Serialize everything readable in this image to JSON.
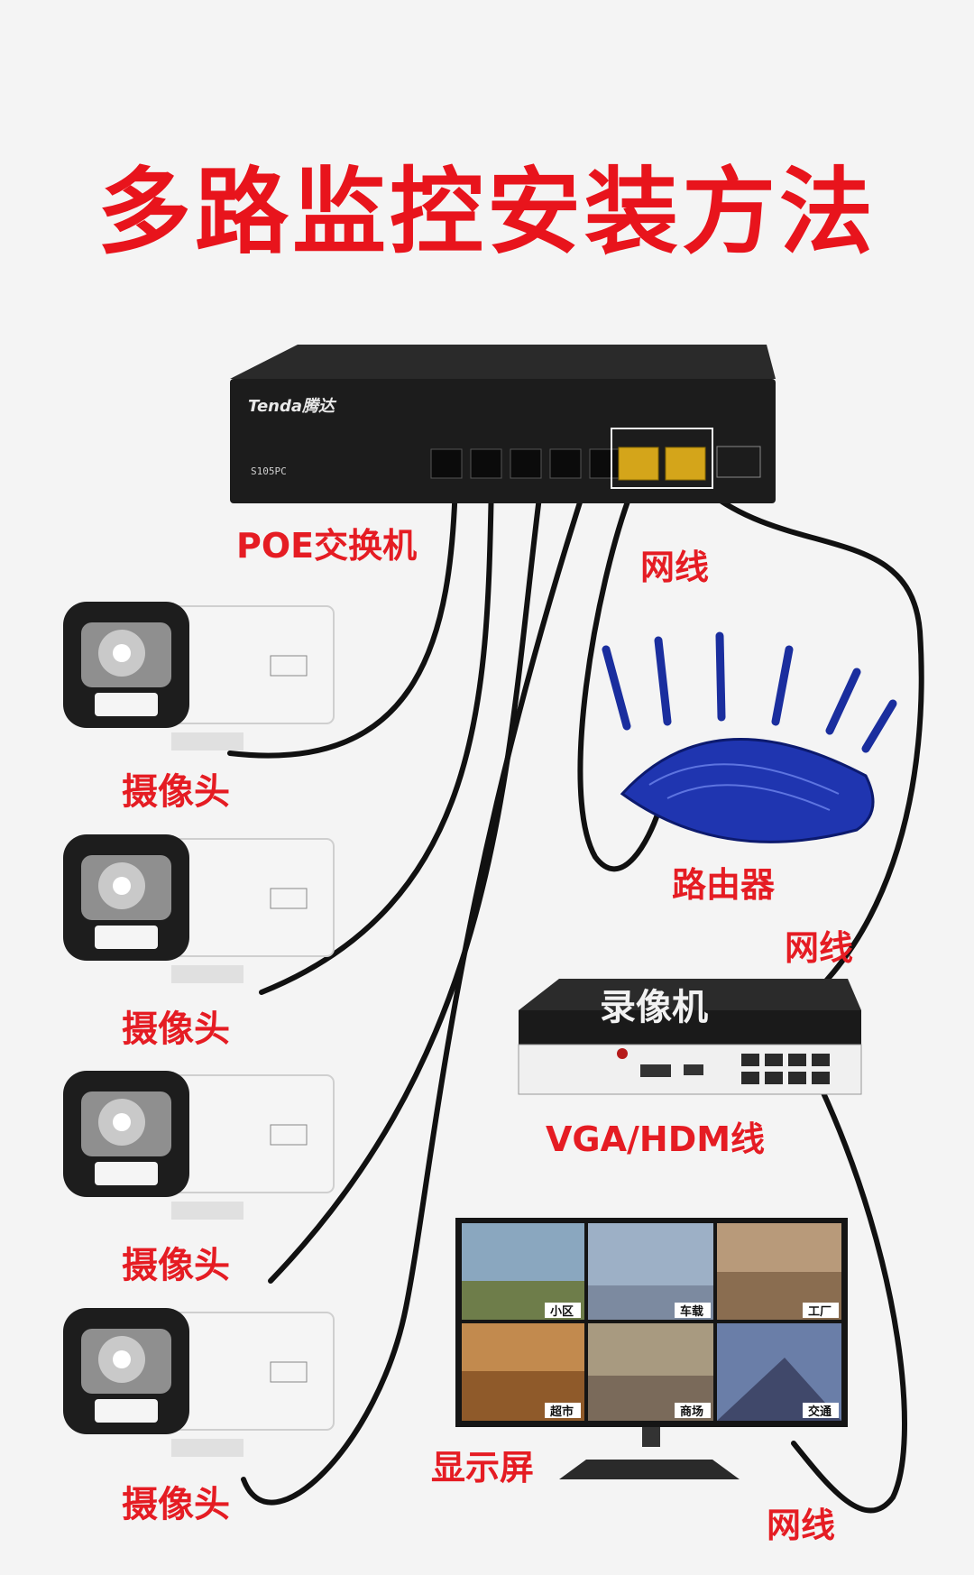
{
  "title": "多路监控安装方法",
  "switch": {
    "label": "POE交换机",
    "brand": "Tenda腾达",
    "model": "S105PC"
  },
  "router": {
    "label": "路由器"
  },
  "nvr": {
    "label": "录像机",
    "vga_label": "VGA/HDM线"
  },
  "monitor": {
    "label": "显示屏",
    "cells": [
      "小区",
      "车载",
      "工厂",
      "超市",
      "商场",
      "交通"
    ]
  },
  "cameras": [
    {
      "label": "摄像头"
    },
    {
      "label": "摄像头"
    },
    {
      "label": "摄像头"
    },
    {
      "label": "摄像头"
    }
  ],
  "cables": {
    "switch_router": "网线",
    "router_nvr": "网线",
    "nvr_monitor": "网线"
  },
  "colors": {
    "title": "#e8141c",
    "label": "#e51c23",
    "cable": "#111111",
    "router": "#1a2e9e",
    "port": "#d4a51a"
  }
}
